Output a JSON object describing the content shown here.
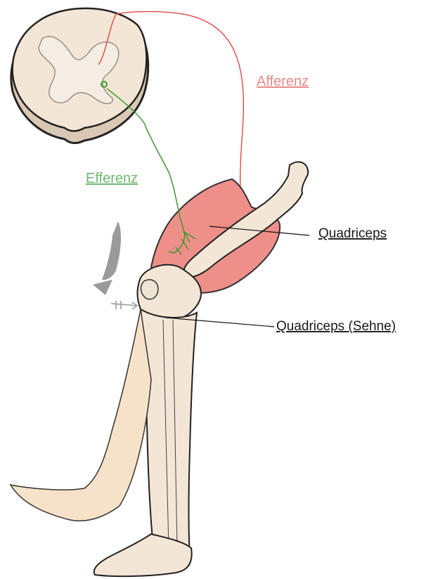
{
  "labels": {
    "afferenz": "Afferenz",
    "efferenz": "Efferenz",
    "quadriceps": "Quadriceps",
    "quadriceps_tendon": "Quadriceps (Sehne)"
  },
  "colors": {
    "afferent_nerve": "#e03a3a",
    "efferent_nerve": "#3a9a2a",
    "muscle": "#ef8f8a",
    "skin": "#f7e6d2",
    "spinal_grey": "#f3ede3",
    "hammer": "#9a9a9a"
  },
  "icons": {
    "spinal_cord": "spinal-cord-cross-section-icon",
    "reflex_hammer": "reflex-hammer-icon"
  }
}
